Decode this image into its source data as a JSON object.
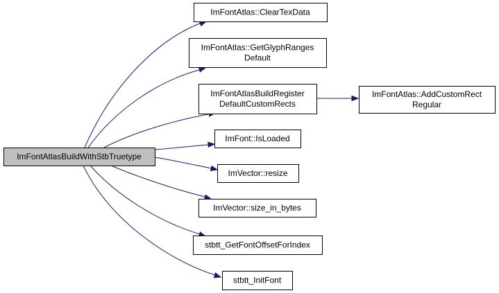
{
  "diagram": {
    "type": "call-graph",
    "root": {
      "id": "root",
      "lines": [
        "ImFontAtlasBuildWithStbTruetype"
      ]
    },
    "nodes": [
      {
        "id": "n1",
        "lines": [
          "ImFontAtlas::ClearTexData"
        ]
      },
      {
        "id": "n2",
        "lines": [
          "ImFontAtlas::GetGlyphRanges",
          "Default"
        ]
      },
      {
        "id": "n3",
        "lines": [
          "ImFontAtlasBuildRegister",
          "DefaultCustomRects"
        ]
      },
      {
        "id": "n4",
        "lines": [
          "ImFontAtlas::AddCustomRect",
          "Regular"
        ]
      },
      {
        "id": "n5",
        "lines": [
          "ImFont::IsLoaded"
        ]
      },
      {
        "id": "n6",
        "lines": [
          "ImVector::resize"
        ]
      },
      {
        "id": "n7",
        "lines": [
          "ImVector::size_in_bytes"
        ]
      },
      {
        "id": "n8",
        "lines": [
          "stbtt_GetFontOffsetForIndex"
        ]
      },
      {
        "id": "n9",
        "lines": [
          "stbtt_InitFont"
        ]
      }
    ],
    "edges": [
      {
        "from": "root",
        "to": "n1"
      },
      {
        "from": "root",
        "to": "n2"
      },
      {
        "from": "root",
        "to": "n3"
      },
      {
        "from": "n3",
        "to": "n4"
      },
      {
        "from": "root",
        "to": "n5"
      },
      {
        "from": "root",
        "to": "n6"
      },
      {
        "from": "root",
        "to": "n7"
      },
      {
        "from": "root",
        "to": "n8"
      },
      {
        "from": "root",
        "to": "n9"
      }
    ],
    "colors": {
      "edge": "#191970",
      "root_fill": "#bfbfbf",
      "node_fill": "#ffffff",
      "border": "#000000"
    }
  }
}
